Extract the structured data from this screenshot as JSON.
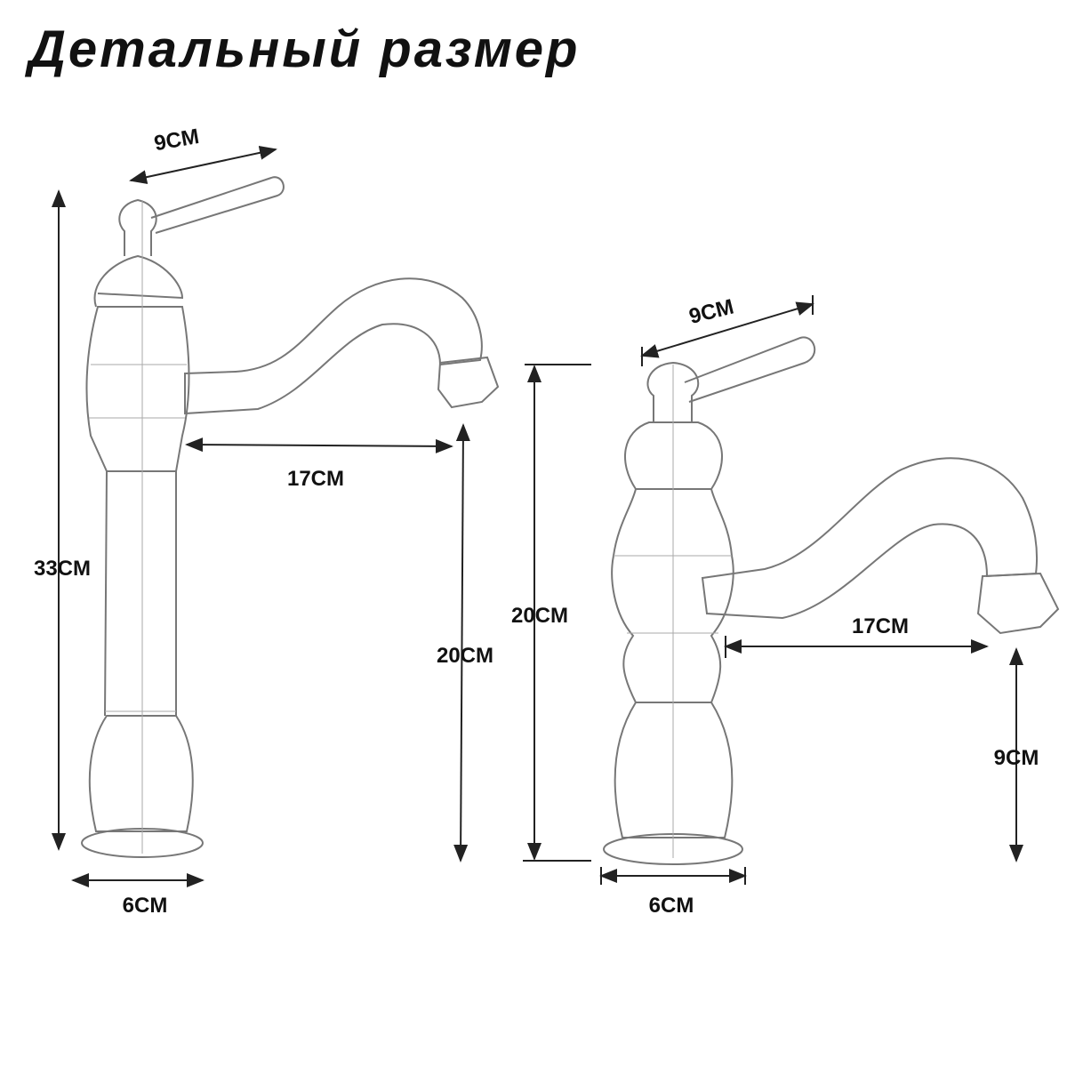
{
  "title": "Детальный размер",
  "left_faucet": {
    "handle_length": "9CM",
    "total_height": "33CM",
    "spout_reach": "17CM",
    "spout_height": "20CM",
    "base_diameter": "6CM"
  },
  "right_faucet": {
    "handle_length": "9CM",
    "total_height": "20CM",
    "spout_reach": "17CM",
    "spout_height": "9CM",
    "base_diameter": "6CM"
  }
}
